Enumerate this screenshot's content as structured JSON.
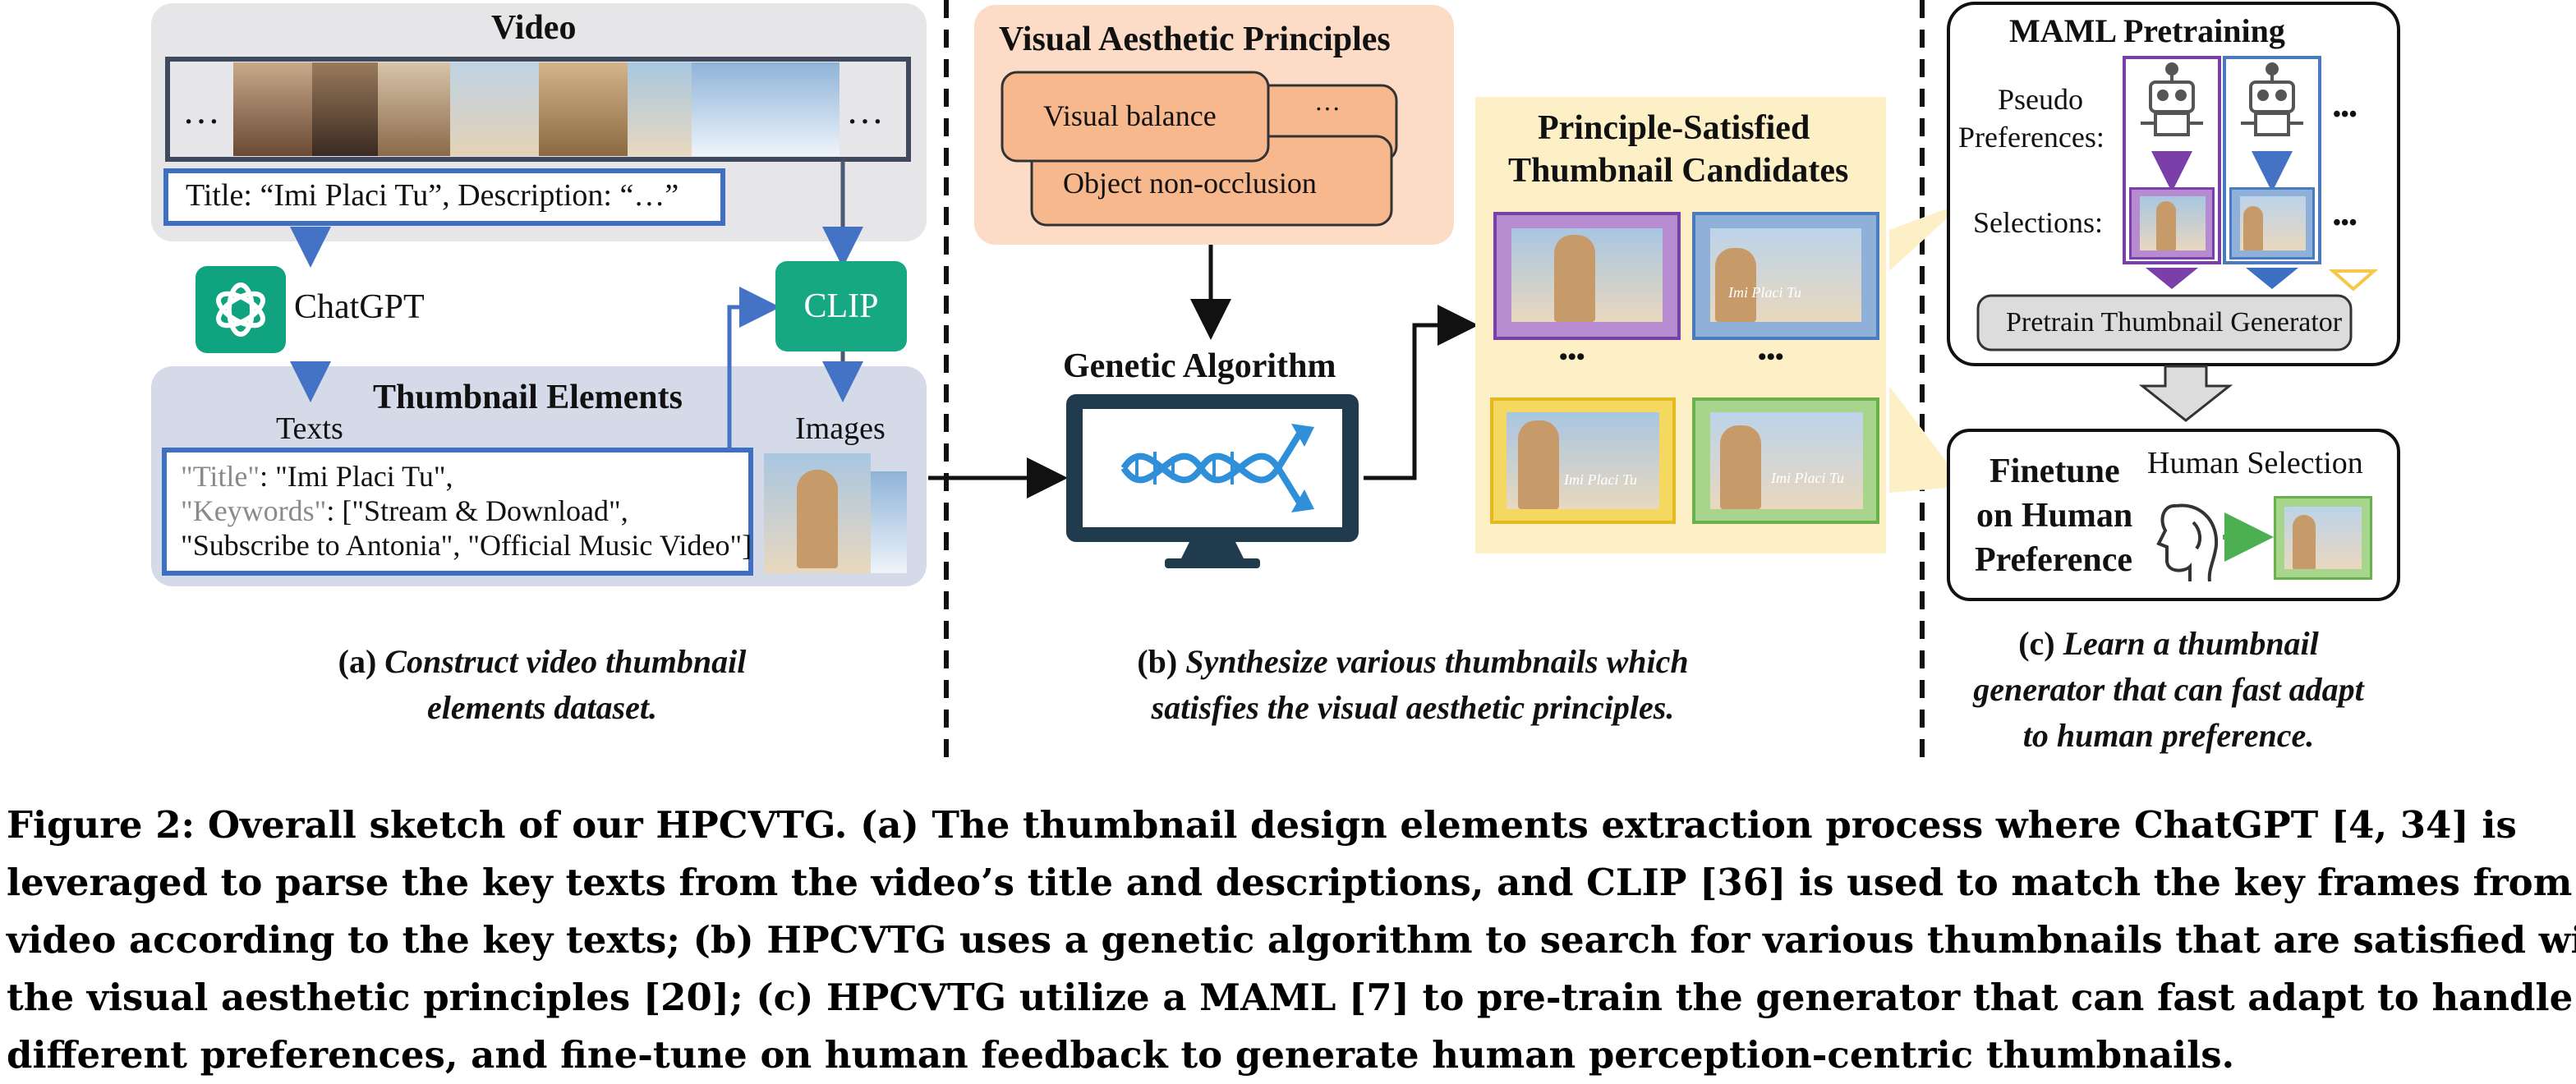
{
  "panel_a": {
    "video_title": "Video",
    "ellipsis_left": "…",
    "ellipsis_right": "…",
    "title_desc": "Title: “Imi Placi Tu”, Description: “…”",
    "chatgpt_label": "ChatGPT",
    "clip_label": "CLIP",
    "elements_title": "Thumbnail Elements",
    "texts_label": "Texts",
    "images_label": "Images",
    "json_line1_key": "\"Title\"",
    "json_line1_val": ": \"Imi Placi Tu\",",
    "json_line2_key": "\"Keywords\"",
    "json_line2_val": ": [\"Stream & Download\",",
    "json_line3": "\"Subscribe to Antonia\", \"Official Music Video\"]",
    "sub_prefix": "(a)",
    "sub_line1": "Construct video thumbnail",
    "sub_line2": "elements dataset."
  },
  "panel_b": {
    "principles_title": "Visual Aesthetic Principles",
    "principle_1": "Visual balance",
    "principle_more": "···",
    "principle_2": "Object non-occlusion",
    "ga_label": "Genetic Algorithm",
    "candidates_title_1": "Principle-Satisfied",
    "candidates_title_2": "Thumbnail Candidates",
    "dots_1": "•••",
    "dots_2": "•••",
    "thumb_text": "Imi Placi Tu",
    "sub_prefix": "(b)",
    "sub_line1": "Synthesize various thumbnails which",
    "sub_line2": "satisfies the visual aesthetic principles."
  },
  "panel_c": {
    "maml_title": "MAML Pretraining",
    "pseudo_1": "Pseudo",
    "pseudo_2": "Preferences:",
    "selections": "Selections:",
    "dots_a": "•••",
    "dots_b": "•••",
    "pretrain_label": "Pretrain Thumbnail Generator",
    "finetune_1": "Finetune",
    "finetune_2": "on Human",
    "finetune_3": "Preference",
    "human_selection": "Human Selection",
    "sub_prefix": "(c)",
    "sub_line1": "Learn a thumbnail",
    "sub_line2": "generator that can fast adapt",
    "sub_line3": "to human preference."
  },
  "caption": {
    "line1": "Figure 2: Overall sketch of our HPCVTG. (a) The thumbnail design elements extraction process where ChatGPT [4, 34] is",
    "line2": "leveraged to parse the key texts from the video’s title and descriptions, and CLIP [36] is used to match the key frames from the",
    "line3": "video according to the key texts; (b) HPCVTG uses a genetic algorithm to search for various thumbnails that are satisfied with",
    "line4": "the visual aesthetic principles [20]; (c) HPCVTG utilize a MAML [7] to pre-train the generator that can fast adapt to handle",
    "line5": "different preferences, and fine-tune on human feedback to generate human perception-centric thumbnails."
  },
  "colors": {
    "blue_arrow": "#4472c4",
    "chatgpt_green": "#10a37f",
    "clip_green": "#16a882",
    "panel_gray": "#e9e9ec",
    "panel_blue": "#d6dcea",
    "peach": "#fbd9c3",
    "orange_box": "#f7b58a",
    "cream": "#fdf1c8",
    "purple": "#7a3fa8",
    "blue": "#4a7bc0",
    "yellow": "#f5c84a",
    "green": "#6ab04c",
    "monitor": "#1e3a4a"
  }
}
